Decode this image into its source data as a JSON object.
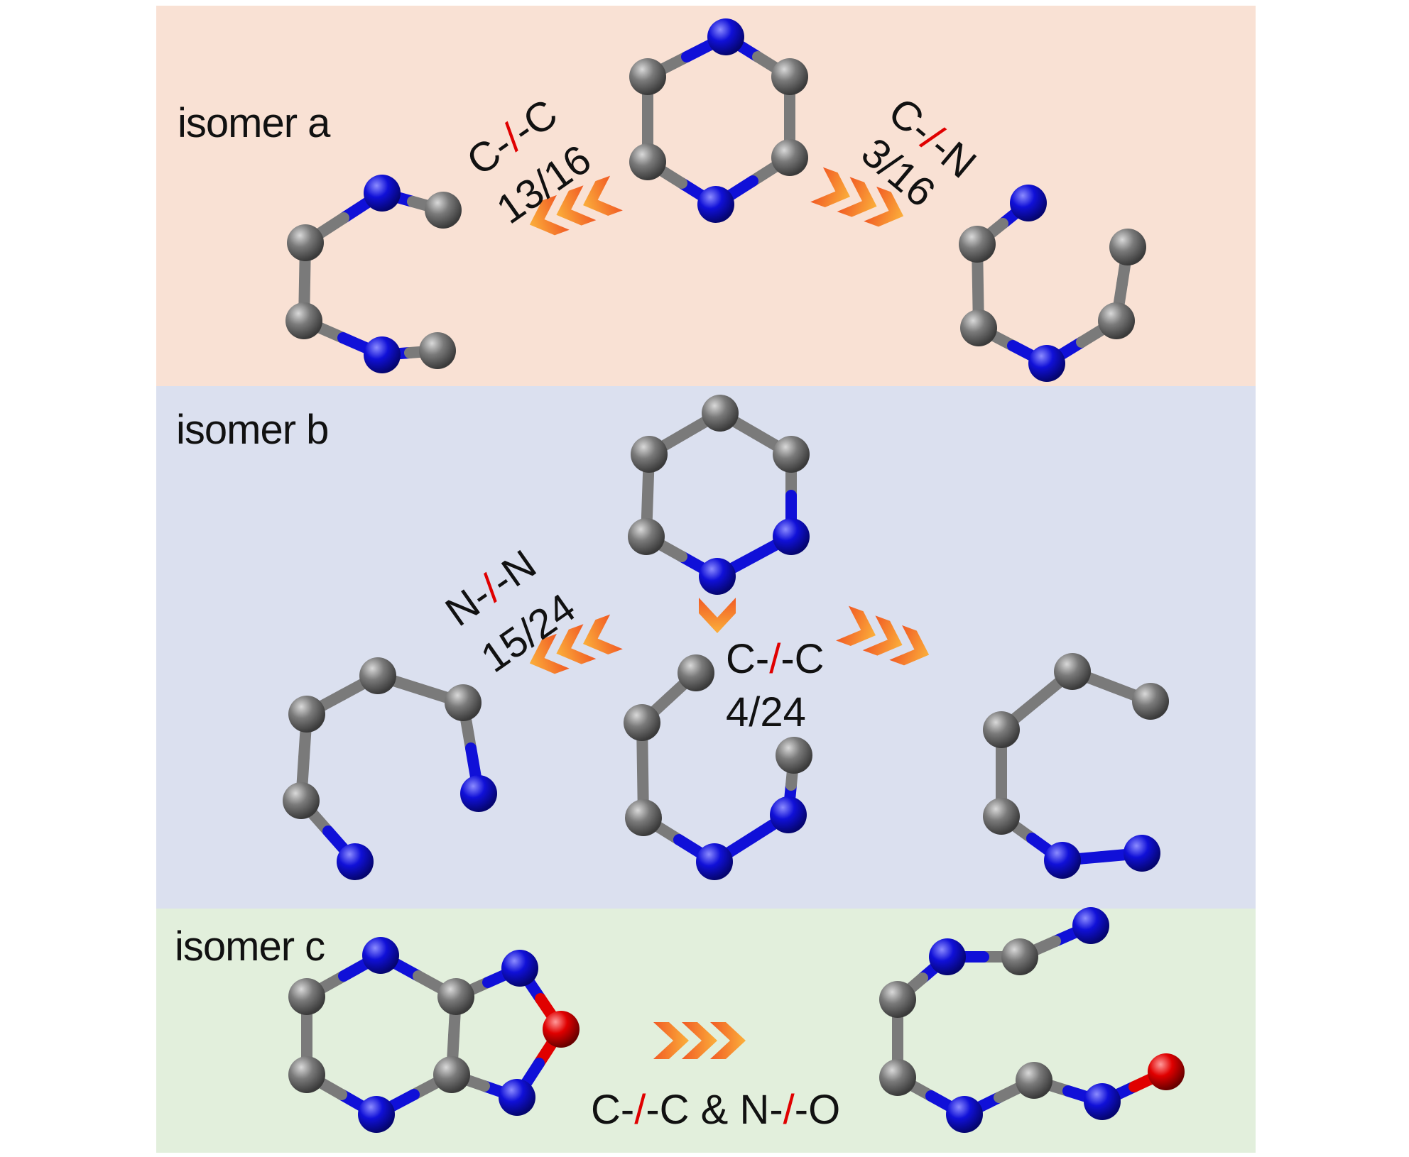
{
  "panels": {
    "a": {
      "label": "isomer a",
      "color": "#f9e1d4"
    },
    "b": {
      "label": "isomer b",
      "color": "#dbe0ef"
    },
    "c": {
      "label": "isomer c",
      "color": "#e2efdc"
    }
  },
  "reactions": {
    "a_left": {
      "pre": "C-",
      "bond": "/",
      "post": "-C",
      "ratio": "13/16"
    },
    "a_right": {
      "pre": "C-",
      "bond": "/",
      "post": "-N",
      "ratio": "3/16"
    },
    "b_left": {
      "pre": "N-",
      "bond": "/",
      "post": "-N",
      "ratio": "15/24"
    },
    "b_mid": {
      "pre": "C-",
      "bond": "/",
      "post": "-C",
      "ratio": "4/24"
    },
    "c_mid": {
      "pre1": "C-",
      "bond1": "/",
      "mid": "-C & N-",
      "bond2": "/",
      "post": "-O"
    }
  },
  "atom_colors": {
    "C": "#7a7a7a",
    "N": "#1010d8",
    "O": "#e00000"
  },
  "arrow_colors": [
    "#f7a21b",
    "#f15a24"
  ],
  "bond_color": "#e00000"
}
